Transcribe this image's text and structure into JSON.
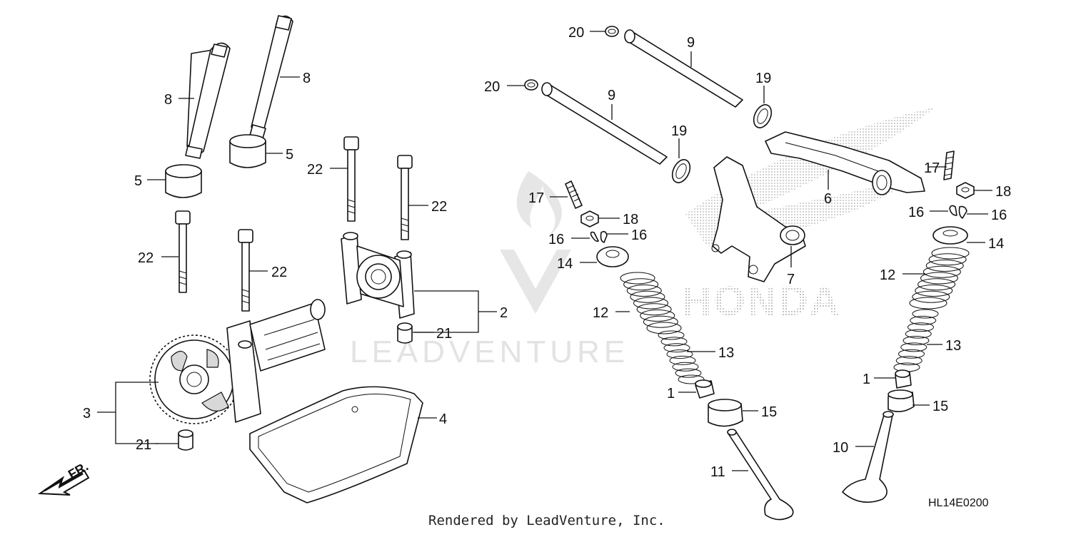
{
  "diagram": {
    "code": "HL14E0200",
    "footer": "Rendered by LeadVenture, Inc.",
    "watermark": "LEADVENTURE",
    "brand_watermark": "HONDA",
    "direction_label": "FR.",
    "callouts": {
      "c8a": "8",
      "c8b": "8",
      "c5a": "5",
      "c5b": "5",
      "c22a": "22",
      "c22b": "22",
      "c22c": "22",
      "c22d": "22",
      "c2": "2",
      "c21a": "21",
      "c21b": "21",
      "c3": "3",
      "c4": "4",
      "c20a": "20",
      "c20b": "20",
      "c9a": "9",
      "c9b": "9",
      "c19a": "19",
      "c19b": "19",
      "c6": "6",
      "c7": "7",
      "c17a": "17",
      "c17b": "17",
      "c18a": "18",
      "c18b": "18",
      "c16a": "16",
      "c16b": "16",
      "c16c": "16",
      "c16d": "16",
      "c14a": "14",
      "c14b": "14",
      "c12a": "12",
      "c12b": "12",
      "c13a": "13",
      "c13b": "13",
      "c1a": "1",
      "c1b": "1",
      "c15a": "15",
      "c15b": "15",
      "c11": "11",
      "c10": "10"
    },
    "colors": {
      "ink": "#111111",
      "watermark": "#e6e6e6",
      "background": "#ffffff"
    }
  }
}
